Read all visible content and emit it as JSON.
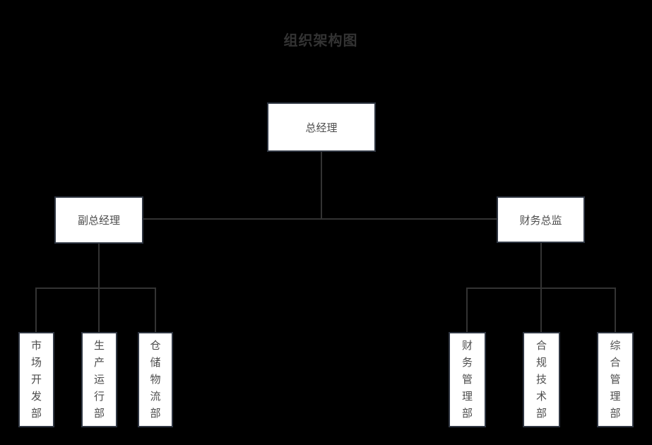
{
  "title": "组织架构图",
  "colors": {
    "background": "#000000",
    "node_fill": "#ffffff",
    "node_border": "#2f3642",
    "node_text": "#4d4d4d",
    "line": "#333333",
    "title_text": "#333333"
  },
  "nodes": {
    "general_manager": "总经理",
    "deputy_general_manager": "副总经理",
    "finance_director": "财务总监",
    "market_development_dept": "市场开发部",
    "production_operation_dept": "生产运行部",
    "warehouse_logistics_dept": "仓储物流部",
    "finance_management_dept": "财务管理部",
    "compliance_technology_dept": "合规技术部",
    "general_administration_dept": "综合管理部"
  },
  "hierarchy": {
    "root": "总经理",
    "edges": [
      {
        "from": "总经理",
        "to": "副总经理"
      },
      {
        "from": "总经理",
        "to": "财务总监"
      },
      {
        "from": "副总经理",
        "to": "市场开发部"
      },
      {
        "from": "副总经理",
        "to": "生产运行部"
      },
      {
        "from": "副总经理",
        "to": "仓储物流部"
      },
      {
        "from": "财务总监",
        "to": "财务管理部"
      },
      {
        "from": "财务总监",
        "to": "合规技术部"
      },
      {
        "from": "财务总监",
        "to": "综合管理部"
      }
    ]
  }
}
